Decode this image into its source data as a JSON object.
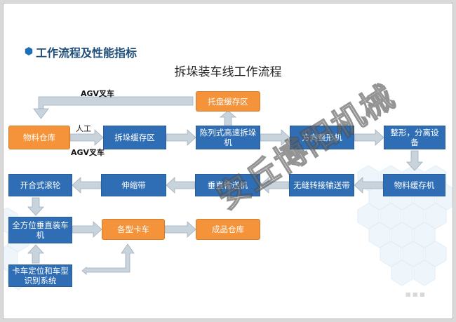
{
  "heading": "工作流程及性能指标",
  "title": "拆垛装车线工作流程",
  "boxes": {
    "warehouse": "物料仓库",
    "pallet_buffer": "托盘缓存区",
    "depal_buffer": "拆垛缓存区",
    "depalletizer": "陈列式高速拆垛机",
    "orienter": "方向整形机",
    "shaper": "整形，分离设备",
    "material_buffer": "物料缓存机",
    "transfer_conveyor": "无缝转接输送带",
    "vertical_conveyor": "垂直输送机",
    "telescopic": "伸缩带",
    "open_roller": "开合式滚轮",
    "loader": "全方位垂直装车机",
    "trucks": "各型卡车",
    "finished_warehouse": "成品仓库",
    "truck_id": "卡车定位和车型识别系统"
  },
  "labels": {
    "agv_top": "AGV叉车",
    "manual": "人工",
    "agv_bottom": "AGV叉车"
  },
  "watermark": "安丘博阳机械",
  "colors": {
    "process_box": "#2f6eb5",
    "storage_box": "#f4933a",
    "arrow": "#c8d3dc"
  }
}
